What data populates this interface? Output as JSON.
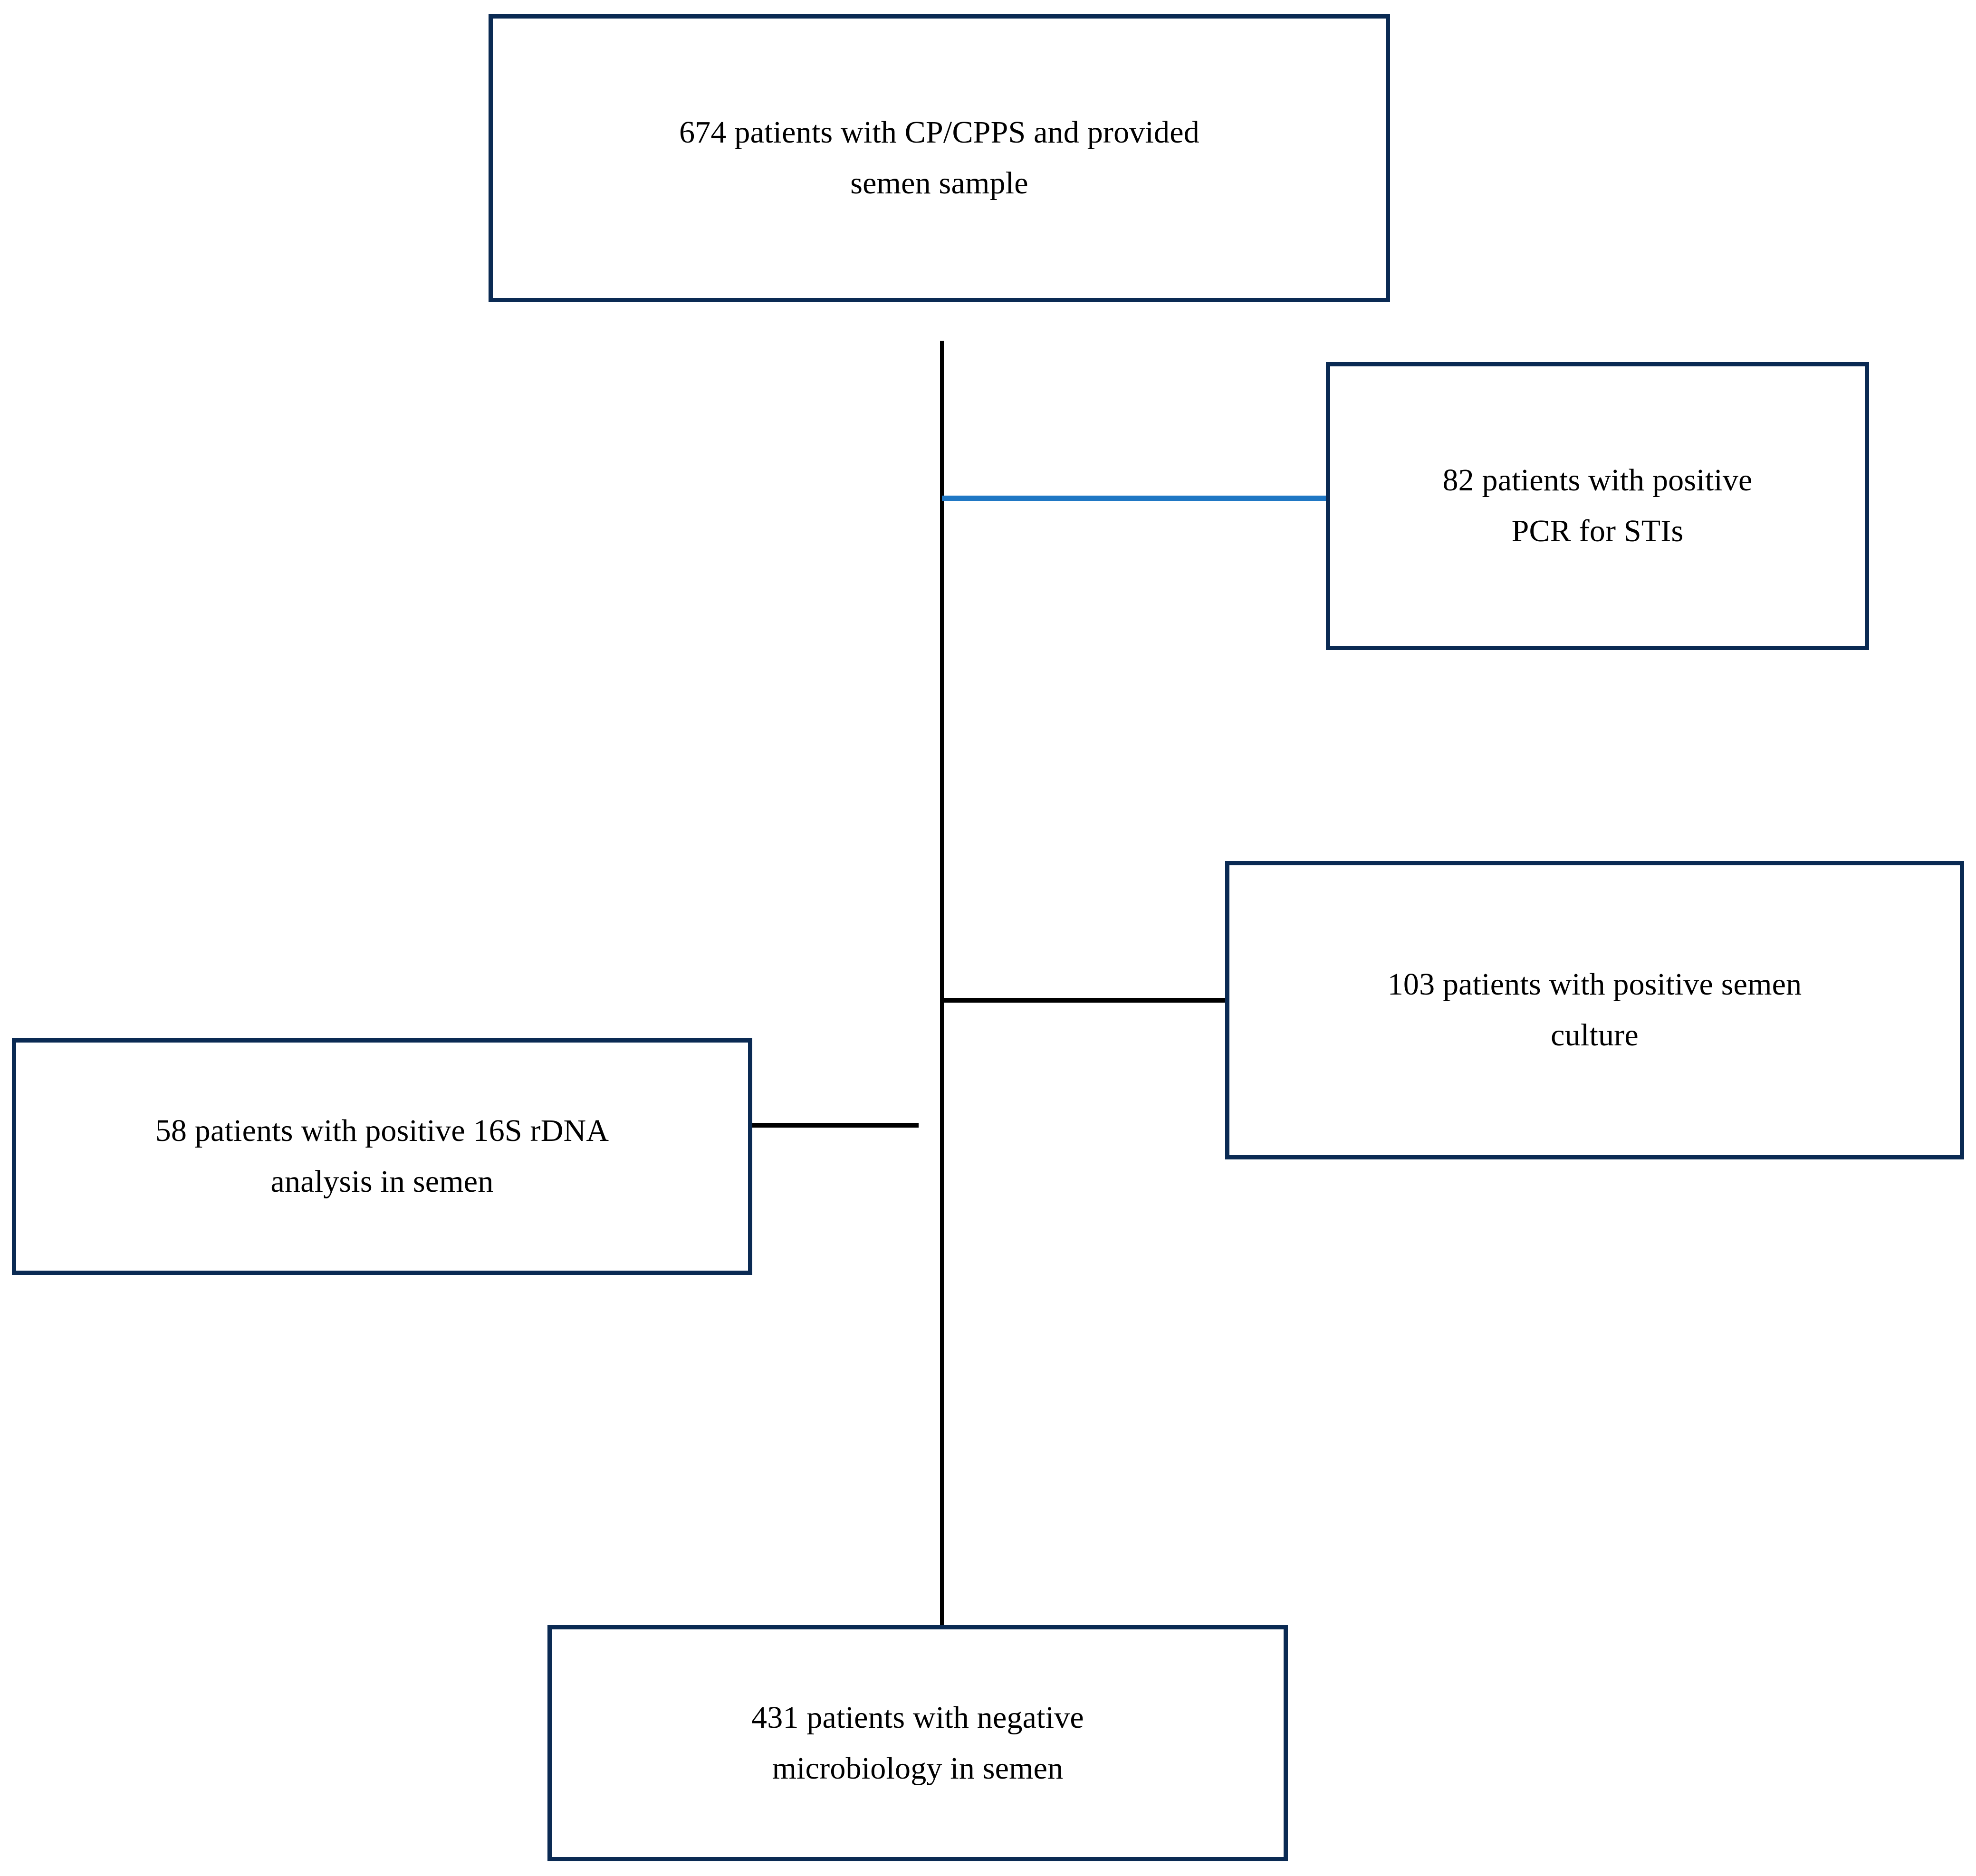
{
  "figure": {
    "type": "flowchart",
    "orientation": "vertical-spine-with-side-branches",
    "colors": {
      "box_border": "#0a2a53",
      "box_fill": "#ffffff",
      "text": "#000000",
      "connector_default": "#000000",
      "connector_sti": "#1f77c4"
    }
  },
  "nodes": {
    "source": {
      "label": "674 patients with CP/CPPS and provided\nsemen sample",
      "count": 674,
      "role": "cohort-source"
    },
    "sti": {
      "label": "82 patients with positive\nPCR for STIs",
      "count": 82,
      "role": "exclusion-branch"
    },
    "culture": {
      "label": "103 patients with positive semen\nculture",
      "count": 103,
      "role": "exclusion-branch"
    },
    "rdna": {
      "label": "58 patients with positive 16S rDNA\nanalysis in semen",
      "count": 58,
      "role": "exclusion-branch"
    },
    "negative": {
      "label": "431 patients with negative\nmicrobiology in semen",
      "count": 431,
      "role": "final-cohort"
    }
  }
}
